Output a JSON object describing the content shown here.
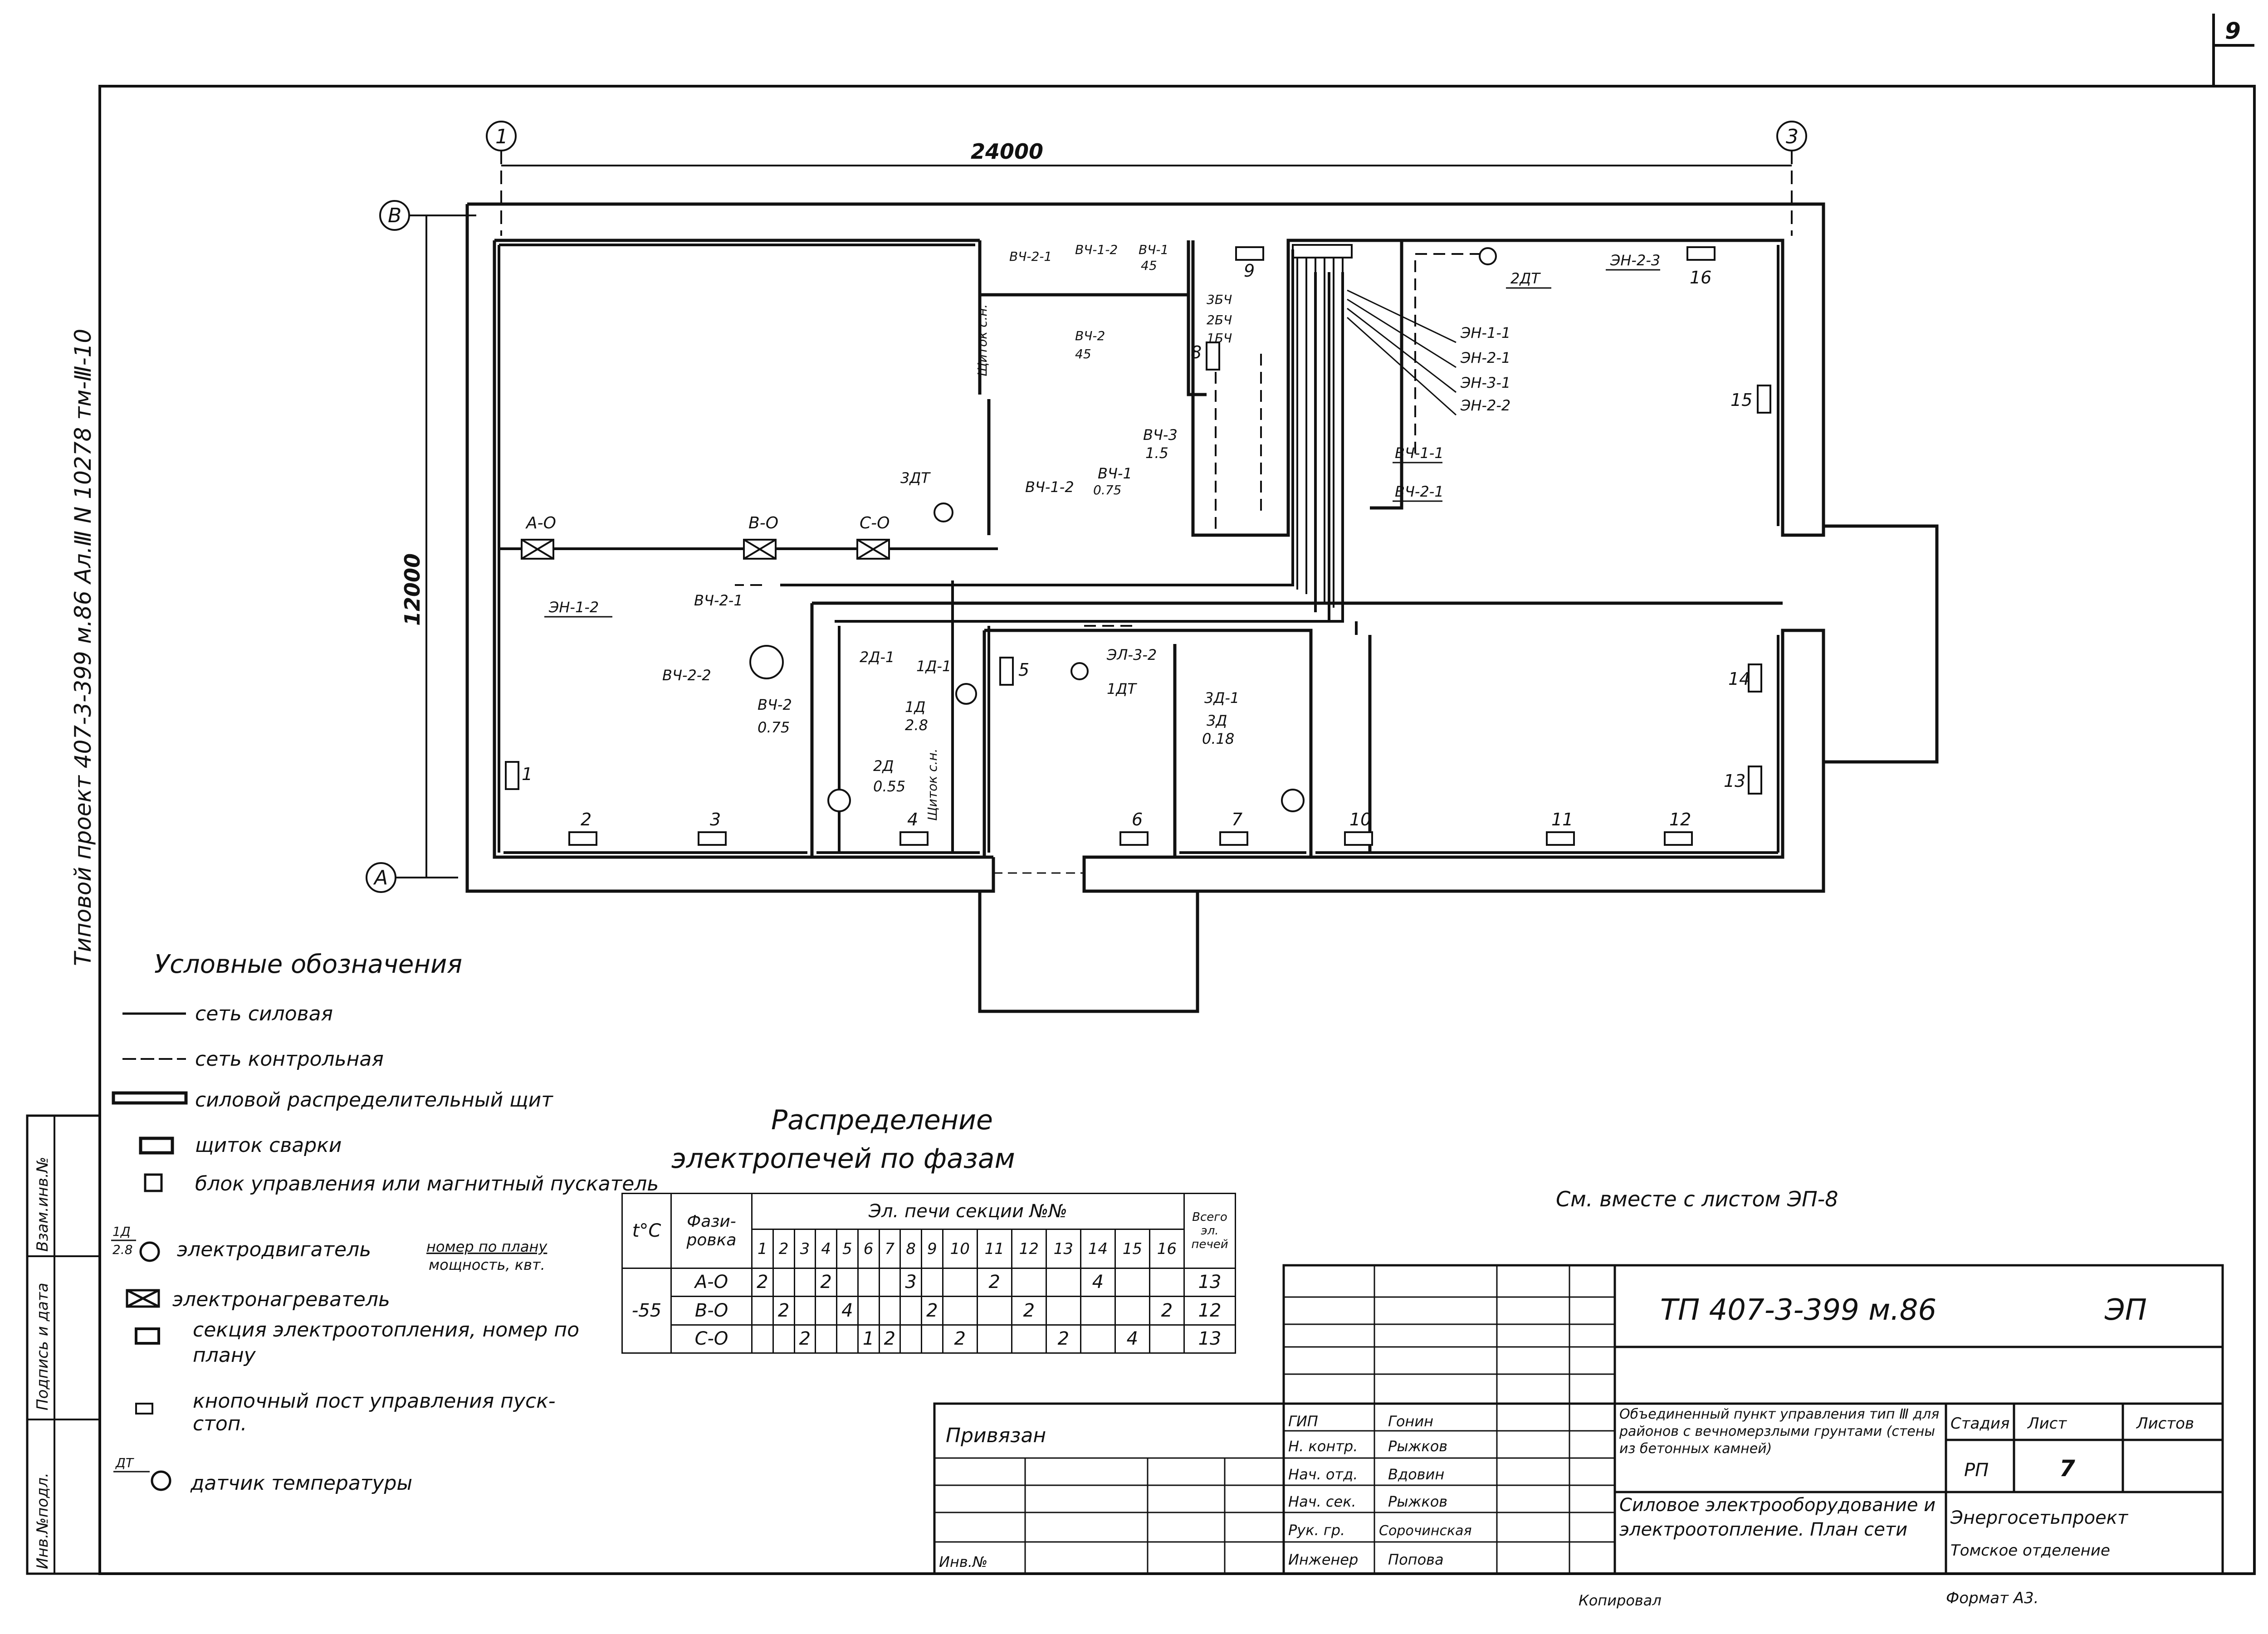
{
  "sheet": {
    "page_number": "9",
    "left_strip_text": "Типовой проект 407-3-399 м.86   Ал.Ⅲ N 10278 тм-Ⅲ-10",
    "side_stamps": [
      "Взам.инв.№",
      "Подпись и дата",
      "Инв.№подл."
    ]
  },
  "plan": {
    "axes": {
      "axis_1": "1",
      "axis_3": "3",
      "axis_B": "В",
      "axis_A": "А"
    },
    "dimensions": {
      "width": "24000",
      "height": "12000"
    },
    "equipment_labels": [
      "А-О",
      "В-О",
      "С-О",
      "ЭН-1-2",
      "ВЧ-2-1",
      "ВЧ-2-2",
      "ВЧ-2",
      "0.75",
      "2Д-1",
      "2Д",
      "0.55",
      "1Д-1",
      "1Д",
      "2.8",
      "1ДТ",
      "ЭЛ-3-2",
      "3Д-1",
      "3Д",
      "0.18",
      "3ДТ",
      "ВЧ-1-2",
      "ВЧ-1",
      "0.75",
      "ВЧ-3",
      "1.5",
      "ВЧ-2-1",
      "ВЧ-1-2",
      "ВЧ-1",
      "45",
      "ВЧ-2",
      "45",
      "ВЧ-1-1",
      "ВЧ-2-1",
      "3БЧ",
      "2БЧ",
      "1БЧ",
      "ЭН-1-1",
      "ЭН-2-1",
      "ЭН-3-1",
      "ЭН-2-2",
      "2ДТ",
      "ЭН-2-3",
      "Щиток с.н.",
      "Щиток с.н."
    ],
    "section_numbers": [
      "1",
      "2",
      "3",
      "4",
      "5",
      "6",
      "7",
      "8",
      "9",
      "10",
      "11",
      "12",
      "13",
      "14",
      "15",
      "16"
    ]
  },
  "legend": {
    "title": "Условные обозначения",
    "items": [
      {
        "label": "сеть силовая"
      },
      {
        "label": "сеть контрольная"
      },
      {
        "label": "силовой распределительный щит"
      },
      {
        "label": "щиток сварки"
      },
      {
        "label": "блок управления или магнитный пускатель"
      },
      {
        "label": "электродвигатель",
        "note_top": "номер по плану",
        "note_bottom": "мощность, квт.",
        "symbol_top": "1Д",
        "symbol_bottom": "2.8"
      },
      {
        "label": "электронагреватель"
      },
      {
        "label": "секция электроотопления, номер по плану"
      },
      {
        "label": "кнопочный пост управления пуск- стоп."
      },
      {
        "label": "датчик температуры",
        "symbol_top": "ДТ"
      }
    ]
  },
  "phase_table": {
    "title_line1": "Распределение",
    "title_line2": "электропечей по фазам",
    "col_t": "t°C",
    "col_phase": "Фази-ровка",
    "col_sections": "Эл. печи секции №№",
    "col_total": "Всего эл. печей",
    "section_numbers": [
      "1",
      "2",
      "3",
      "4",
      "5",
      "6",
      "7",
      "8",
      "9",
      "10",
      "11",
      "12",
      "13",
      "14",
      "15",
      "16"
    ],
    "temperature": "-55",
    "rows": [
      {
        "phase": "А-О",
        "cells": [
          "2",
          "",
          "",
          "2",
          "",
          "",
          "",
          "3",
          "",
          "",
          "2",
          "",
          "",
          "4",
          "",
          ""
        ],
        "total": "13"
      },
      {
        "phase": "В-О",
        "cells": [
          "",
          "2",
          "",
          "",
          "4",
          "",
          "",
          "",
          "2",
          "",
          "",
          "2",
          "",
          "",
          "",
          "2"
        ],
        "total": "12"
      },
      {
        "phase": "С-О",
        "cells": [
          "",
          "",
          "2",
          "",
          "",
          "1",
          "2",
          "",
          "",
          "2",
          "",
          "",
          "2",
          "",
          "4",
          ""
        ],
        "total": "13"
      }
    ]
  },
  "notes": {
    "see_also": "См. вместе с листом ЭП-8"
  },
  "stamp": {
    "attached": "Привязан",
    "inv_no": "Инв.№",
    "doc_code": "ТП 407-3-399 м.86",
    "doc_mark": "ЭП",
    "roles": [
      {
        "role": "ГИП",
        "name": "Гонин"
      },
      {
        "role": "Н. контр.",
        "name": "Рыжков"
      },
      {
        "role": "Нач. отд.",
        "name": "Вдовин"
      },
      {
        "role": "Нач. сек.",
        "name": "Рыжков"
      },
      {
        "role": "Рук. гр.",
        "name": "Сорочинская"
      },
      {
        "role": "Инженер",
        "name": "Попова"
      }
    ],
    "project_title": "Объединенный пункт управления тип Ⅲ для районов с вечномерзлыми грунтами (стены из бетонных камней)",
    "sheet_title": "Силовое электрооборудование и электроотопление. План сети",
    "stage_label": "Стадия",
    "sheet_label": "Лист",
    "sheets_label": "Листов",
    "stage": "РП",
    "sheet": "7",
    "org_line1": "Энергосетьпроект",
    "org_line2": "Томское отделение",
    "copied": "Копировал",
    "format": "Формат А3."
  }
}
